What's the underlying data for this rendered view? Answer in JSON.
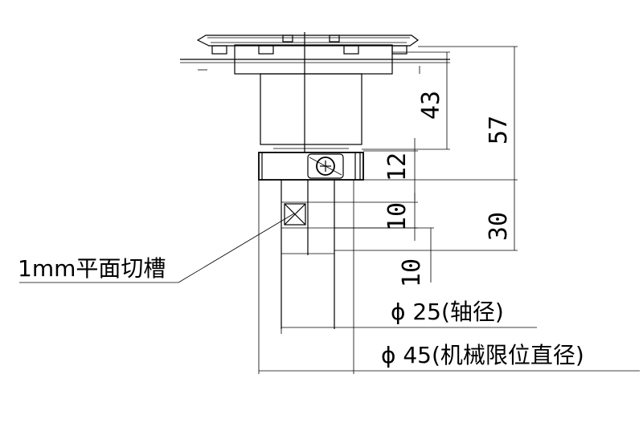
{
  "dimensions": {
    "d43": "43",
    "d57": "57",
    "d12": "12",
    "d10_upper": "10",
    "d30": "30",
    "d10_lower": "10"
  },
  "annotations": {
    "flat_groove": "1mm平面切槽",
    "shaft_diameter": "ϕ 25(轴径)",
    "mech_limit_diameter": "ϕ 45(机械限位直径)"
  }
}
